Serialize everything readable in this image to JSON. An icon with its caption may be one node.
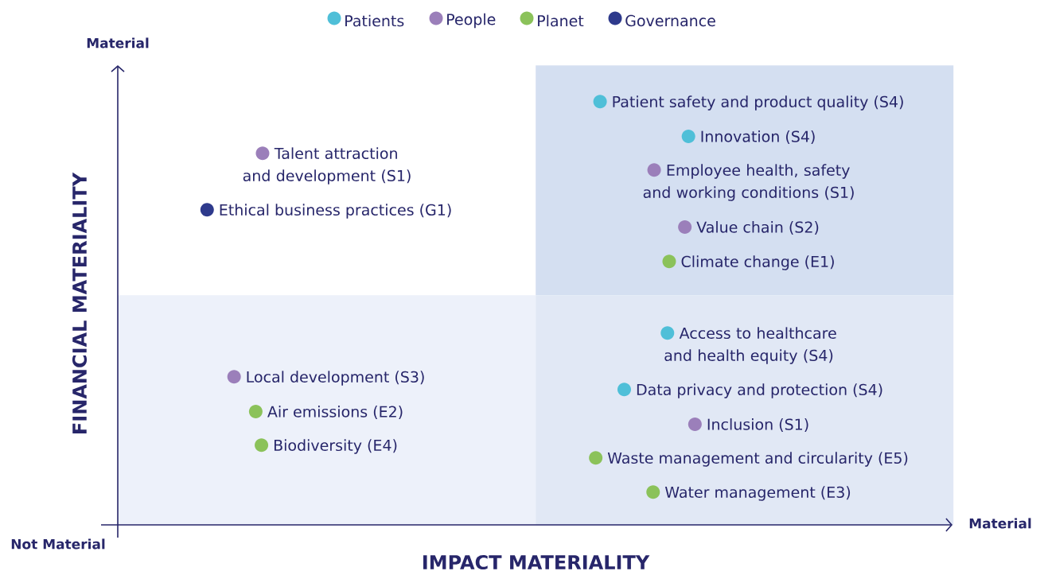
{
  "diagram": {
    "nodes": [
      {
        "text": [
          "Talent attraction and development (S1)"
        ]
      },
      {
        "text": [
          "Ethical business practices (G1)"
        ]
      },
      {
        "text": [],
        "shape": "box"
      },
      {
        "text": [
          "Patient safety and product quality (S4)"
        ],
        "in": 2
      },
      {
        "text": [
          "Innovation (S4)"
        ],
        "in": 2
      },
      {
        "text": [
          "Employee health, safety and working conditions (S1)"
        ],
        "in": 2
      },
      {
        "text": [
          "Value chain (S2)"
        ],
        "in": 2
      },
      {
        "text": [
          "Climate change (E1)"
        ],
        "in": 2
      },
      {
        "text": [],
        "shape": "box"
      },
      {
        "text": [
          "Local development (S3)"
        ],
        "in": 8
      },
      {
        "text": [
          "Air emissions (E2)"
        ],
        "in": 8
      },
      {
        "text": [
          "Biodiversity (E4)"
        ],
        "in": 8
      },
      {
        "text": [],
        "shape": "box"
      },
      {
        "text": [
          "Access to healthcare and health equity (S4)"
        ],
        "in": 12
      },
      {
        "text": [
          "Data privacy and protection (S4)"
        ],
        "in": 12
      },
      {
        "text": [
          "Inclusion (S1)"
        ],
        "in": 12
      },
      {
        "text": [
          "Waste management and circularity (E5)"
        ],
        "in": 12
      },
      {
        "text": [
          "Water management (E3)"
        ],
        "in": 12
      }
    ],
    "labels": [
      "Material",
      "FINANCIAL MATERIALITY",
      "Not Material",
      "Material",
      "IMPACT MATERIALITY"
    ],
    "legend": [
      {
        "text": "Patients",
        "color": "#4fbfd8"
      },
      {
        "text": "People",
        "color": "#9b7fba"
      },
      {
        "text": "Planet",
        "color": "#8bc25a"
      },
      {
        "text": "Governance",
        "color": "#2e3a8c"
      }
    ]
  }
}
